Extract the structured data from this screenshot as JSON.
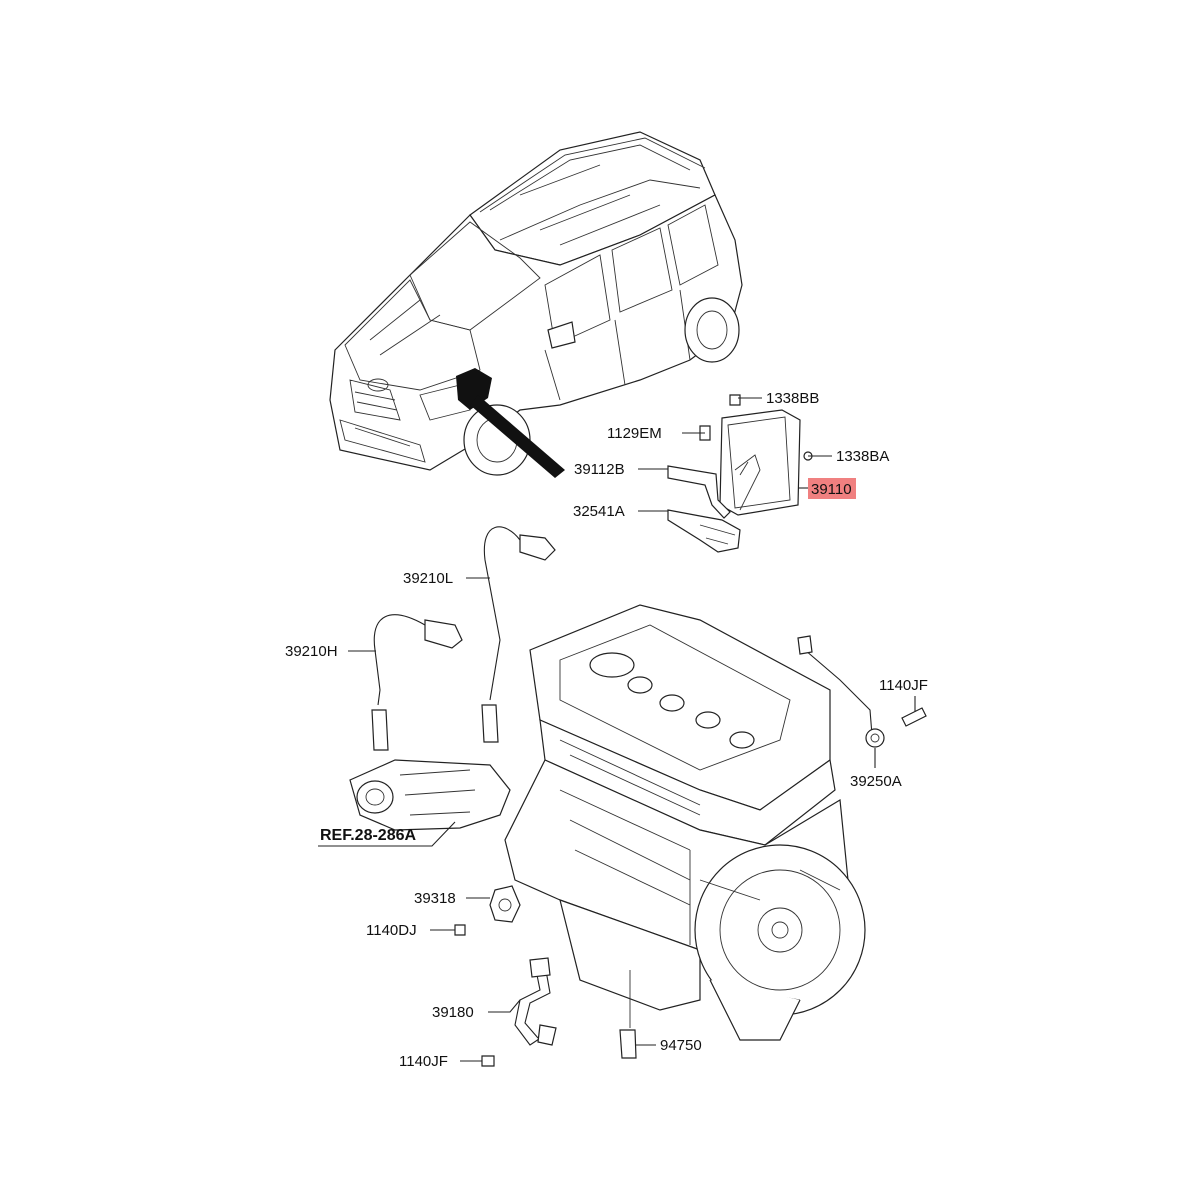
{
  "colors": {
    "highlight": "#f08080",
    "ink": "#111111"
  },
  "labels": {
    "l1338BB": "1338BB",
    "l1129EM": "1129EM",
    "l1338BA": "1338BA",
    "l39112B": "39112B",
    "l39110": "39110",
    "l32541A": "32541A",
    "l39210L": "39210L",
    "l39210H": "39210H",
    "l1140JF_top": "1140JF",
    "l39250A": "39250A",
    "lREF": "REF.28-286A",
    "l39318": "39318",
    "l1140DJ": "1140DJ",
    "l39180": "39180",
    "l1140JF_bottom": "1140JF",
    "l94750": "94750"
  }
}
